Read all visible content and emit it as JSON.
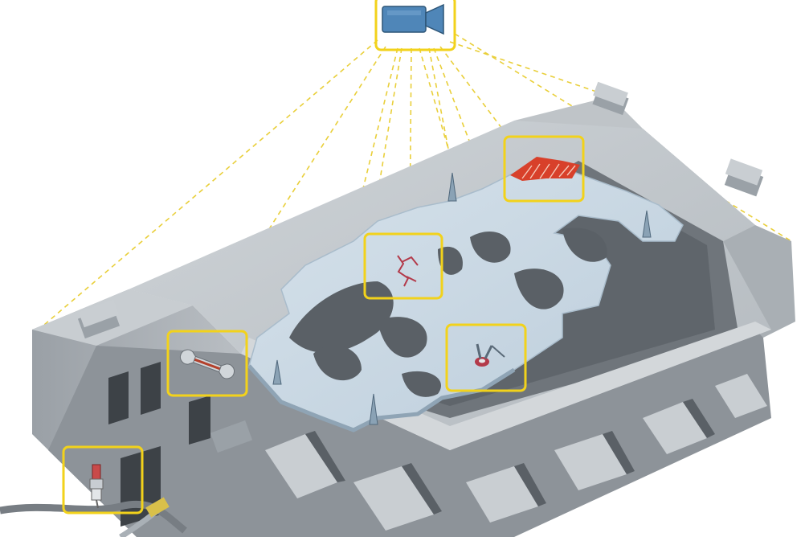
{
  "diagram": {
    "camera": {
      "icon": "video-camera-icon"
    },
    "inspection_zones": [
      {
        "id": "camera-zone",
        "icon": "video-camera-icon"
      },
      {
        "id": "damage-zone",
        "icon": "surface-damage-icon"
      },
      {
        "id": "crack-zone",
        "icon": "crack-icon"
      },
      {
        "id": "tool-zone",
        "icon": "wrench-icon"
      },
      {
        "id": "pin-zone",
        "icon": "broken-pin-icon"
      },
      {
        "id": "sensor-zone",
        "icon": "sensor-plug-icon"
      }
    ],
    "colors": {
      "highlight": "#f2d21b",
      "sight_line": "#e9cf3a",
      "mould_dark": "#7f858b",
      "mould_mid": "#a7adb3",
      "mould_light": "#c9ced2",
      "casting": "#c9d8e4",
      "camera_body": "#4f86b8",
      "damage": "#d8402a"
    }
  }
}
